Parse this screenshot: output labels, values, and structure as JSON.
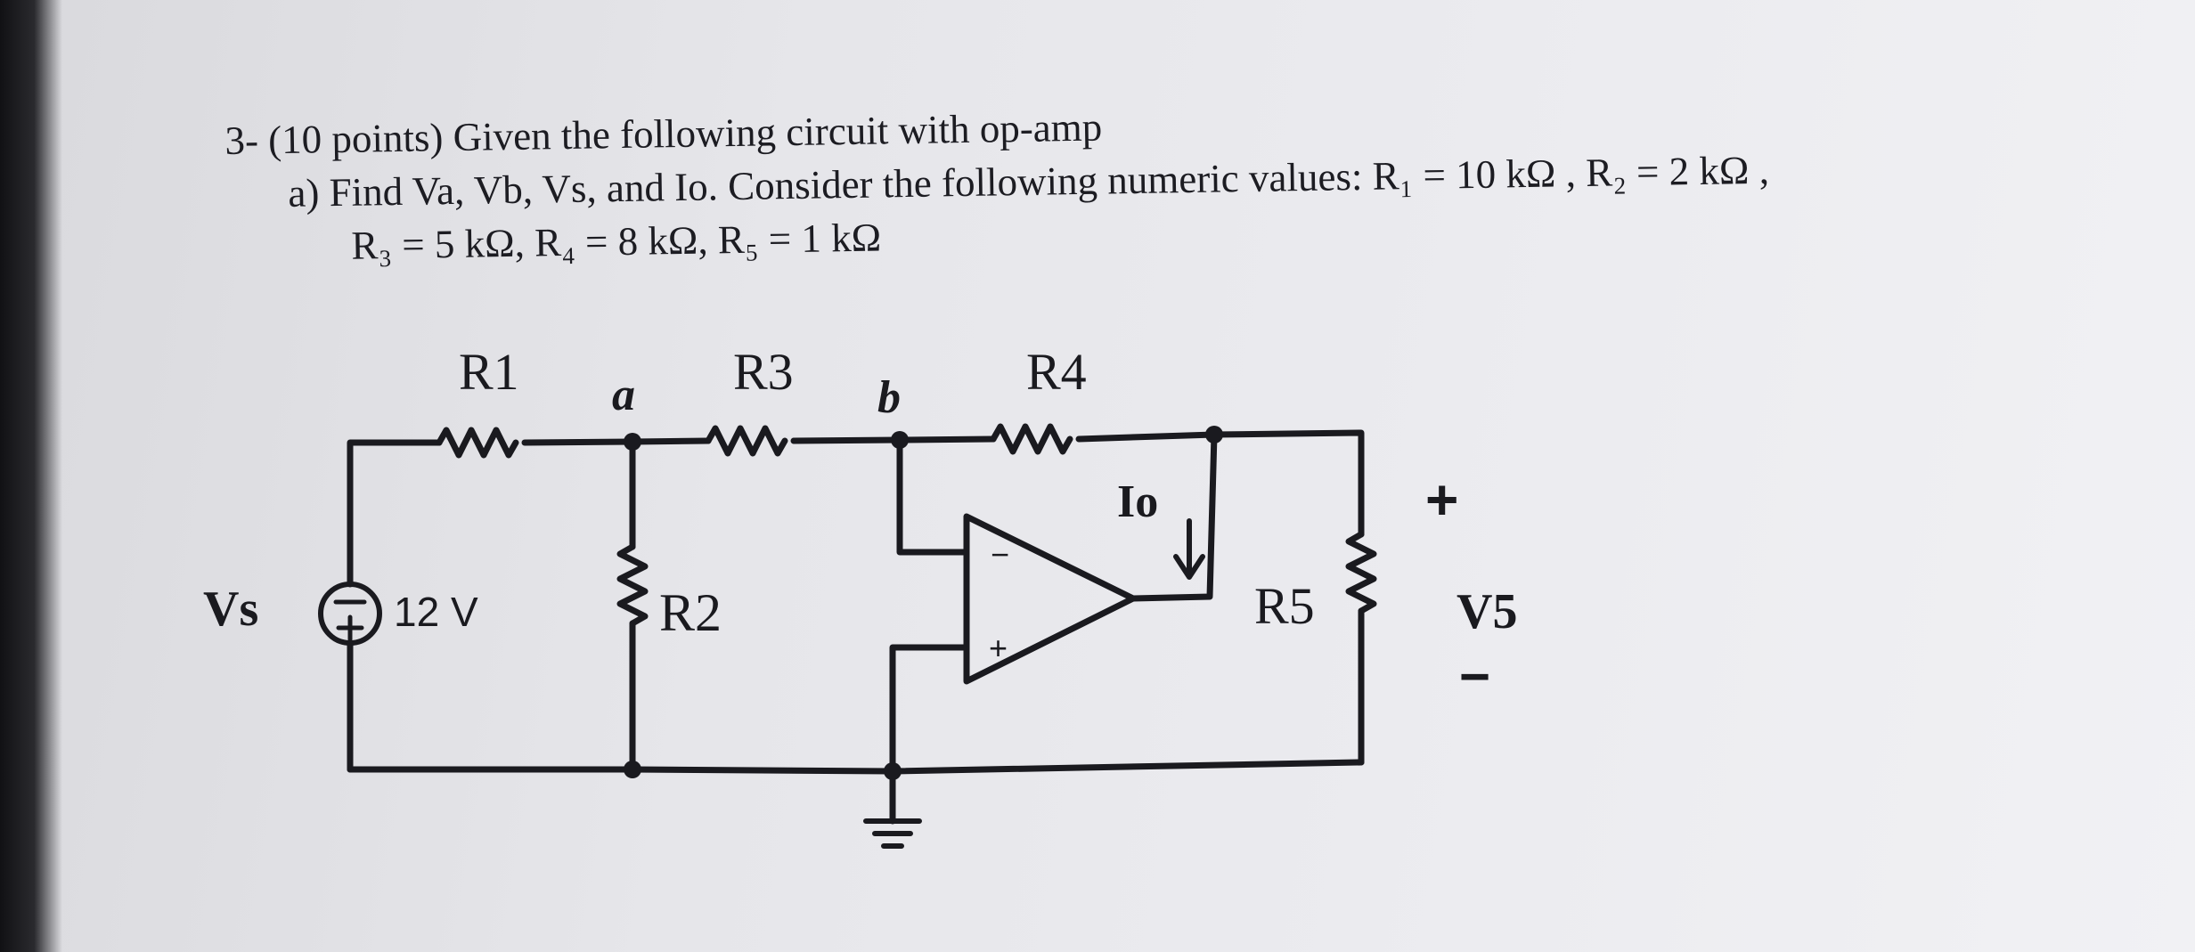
{
  "problem": {
    "header": "3- (10 points) Given the following circuit with op-amp",
    "part_a_line1": "a)  Find  Va, Vb,  Vs,  and Io. Consider the following numeric values:  R₁ = 10 kΩ ,  R₂ = 2 kΩ ,",
    "part_a_line2": "R₃ = 5 kΩ,   R₄ = 8 kΩ,   R₅ = 1 kΩ"
  },
  "circuit": {
    "labels": {
      "r1": "R1",
      "r3": "R3",
      "r4": "R4",
      "r2": "R2",
      "r5": "R5",
      "node_a": "a",
      "node_b": "b",
      "vs": "Vs",
      "source_value": "12 V",
      "io": "Io",
      "v5": "V5",
      "v5_plus": "+",
      "v5_minus": "−",
      "opamp_minus": "−",
      "opamp_plus": "+"
    }
  }
}
